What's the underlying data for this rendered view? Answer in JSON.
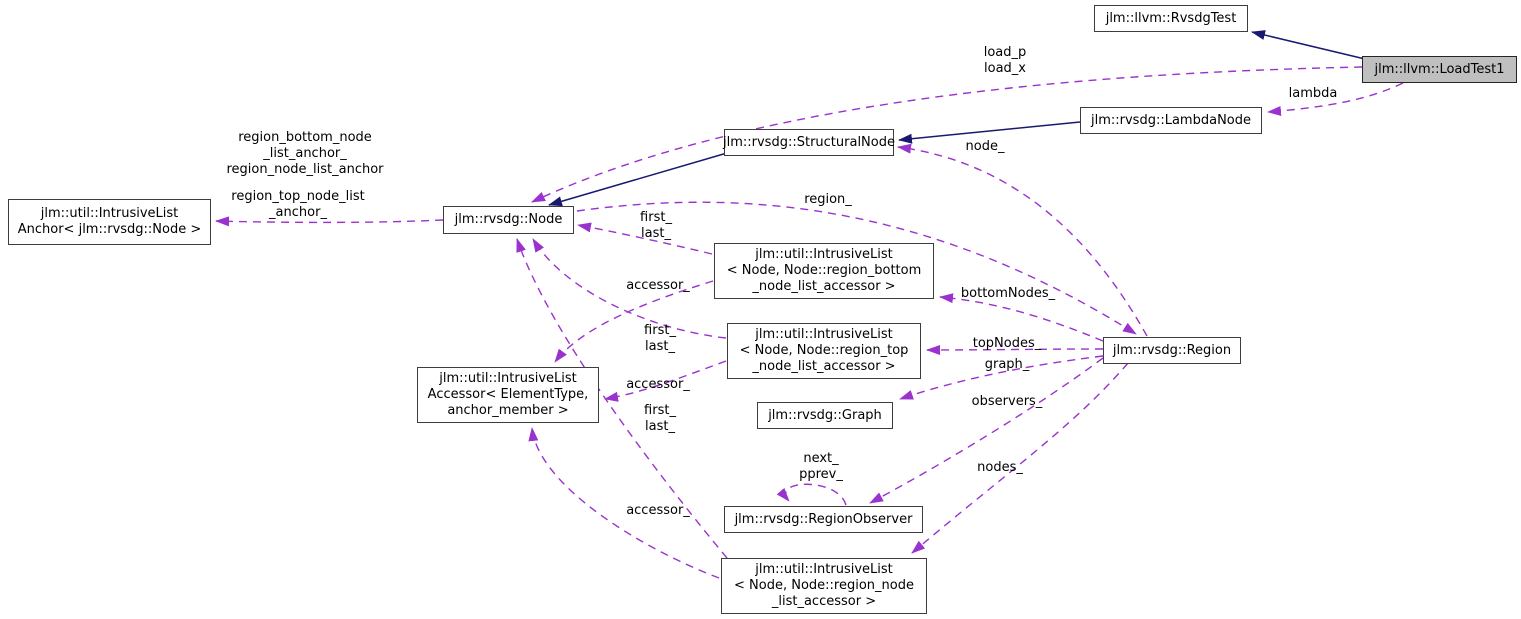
{
  "colors": {
    "background": "#ffffff",
    "box_fill": "#ffffff",
    "box_border": "#3d3d3d",
    "highlight_fill": "#bfbfbf",
    "usage_edge": "#9a32cd",
    "inheritance_edge": "#191970",
    "text": "#000000"
  },
  "classes": {
    "rvsdg_test": {
      "lines": [
        "jlm::llvm::RvsdgTest"
      ]
    },
    "load_test1": {
      "lines": [
        "jlm::llvm::LoadTest1"
      ],
      "highlighted": true
    },
    "structural_node": {
      "lines": [
        "jlm::rvsdg::StructuralNode"
      ]
    },
    "lambda_node": {
      "lines": [
        "jlm::rvsdg::LambdaNode"
      ]
    },
    "intrusive_list_anchor": {
      "lines": [
        "jlm::util::IntrusiveList",
        "Anchor< jlm::rvsdg::Node >"
      ]
    },
    "node": {
      "lines": [
        "jlm::rvsdg::Node"
      ]
    },
    "list_region_bottom": {
      "lines": [
        "jlm::util::IntrusiveList",
        "< Node, Node::region_bottom",
        "_node_list_accessor >"
      ]
    },
    "list_region_top": {
      "lines": [
        "jlm::util::IntrusiveList",
        "< Node, Node::region_top",
        "_node_list_accessor >"
      ]
    },
    "region": {
      "lines": [
        "jlm::rvsdg::Region"
      ]
    },
    "list_accessor": {
      "lines": [
        "jlm::util::IntrusiveList",
        "Accessor< ElementType,",
        "anchor_member >"
      ]
    },
    "graph": {
      "lines": [
        "jlm::rvsdg::Graph"
      ]
    },
    "region_observer": {
      "lines": [
        "jlm::rvsdg::RegionObserver"
      ]
    },
    "list_region_node": {
      "lines": [
        "jlm::util::IntrusiveList",
        "< Node, Node::region_node",
        "_list_accessor >"
      ]
    }
  },
  "edge_labels": {
    "load": {
      "lines": [
        "load_p",
        "load_x"
      ]
    },
    "lambda": {
      "lines": [
        "lambda"
      ]
    },
    "node_": {
      "lines": [
        "node_"
      ]
    },
    "region_": {
      "lines": [
        "region_"
      ]
    },
    "anchor_group1": {
      "lines": [
        "region_bottom_node",
        "_list_anchor_",
        "region_node_list_anchor"
      ]
    },
    "anchor_group2": {
      "lines": [
        "region_top_node_list",
        "_anchor_"
      ]
    },
    "fl_bottom": {
      "lines": [
        "first_",
        "last_"
      ]
    },
    "acc_bottom": {
      "lines": [
        "accessor_"
      ]
    },
    "fl_top": {
      "lines": [
        "first_",
        "last_"
      ]
    },
    "acc_top": {
      "lines": [
        "accessor_"
      ]
    },
    "fl_node": {
      "lines": [
        "first_",
        "last_"
      ]
    },
    "acc_node": {
      "lines": [
        "accessor_"
      ]
    },
    "bottom_nodes": {
      "lines": [
        "bottomNodes_"
      ]
    },
    "top_nodes": {
      "lines": [
        "topNodes_"
      ]
    },
    "graph_": {
      "lines": [
        "graph_"
      ]
    },
    "observers_": {
      "lines": [
        "observers_"
      ]
    },
    "nodes_": {
      "lines": [
        "nodes_"
      ]
    },
    "next_pprev": {
      "lines": [
        "next_",
        "pprev_"
      ]
    }
  },
  "edges": [
    {
      "from": "load_test1",
      "to": "rvsdg_test",
      "kind": "inheritance"
    },
    {
      "from": "lambda_node",
      "to": "structural_node",
      "kind": "inheritance"
    },
    {
      "from": "structural_node",
      "to": "node",
      "kind": "inheritance"
    },
    {
      "from": "load_test1",
      "to": "node",
      "kind": "usage",
      "label": "load_p\nload_x"
    },
    {
      "from": "load_test1",
      "to": "lambda_node",
      "kind": "usage",
      "label": "lambda"
    },
    {
      "from": "region",
      "to": "structural_node",
      "kind": "usage",
      "label": "node_"
    },
    {
      "from": "node",
      "to": "region",
      "kind": "usage",
      "label": "region_"
    },
    {
      "from": "node",
      "to": "intrusive_list_anchor",
      "kind": "usage",
      "label": "region_bottom_node_list_anchor_ region_node_list_anchor region_top_node_list_anchor_"
    },
    {
      "from": "list_region_bottom",
      "to": "node",
      "kind": "usage",
      "label": "first_ last_"
    },
    {
      "from": "list_region_bottom",
      "to": "list_accessor",
      "kind": "usage",
      "label": "accessor_"
    },
    {
      "from": "list_region_top",
      "to": "node",
      "kind": "usage",
      "label": "first_ last_"
    },
    {
      "from": "list_region_top",
      "to": "list_accessor",
      "kind": "usage",
      "label": "accessor_"
    },
    {
      "from": "list_region_node",
      "to": "node",
      "kind": "usage",
      "label": "first_ last_"
    },
    {
      "from": "list_region_node",
      "to": "list_accessor",
      "kind": "usage",
      "label": "accessor_"
    },
    {
      "from": "region",
      "to": "list_region_bottom",
      "kind": "usage",
      "label": "bottomNodes_"
    },
    {
      "from": "region",
      "to": "list_region_top",
      "kind": "usage",
      "label": "topNodes_"
    },
    {
      "from": "region",
      "to": "graph",
      "kind": "usage",
      "label": "graph_"
    },
    {
      "from": "region",
      "to": "region_observer",
      "kind": "usage",
      "label": "observers_"
    },
    {
      "from": "region",
      "to": "list_region_node",
      "kind": "usage",
      "label": "nodes_"
    },
    {
      "from": "region_observer",
      "to": "region_observer",
      "kind": "usage",
      "label": "next_ pprev_"
    }
  ]
}
